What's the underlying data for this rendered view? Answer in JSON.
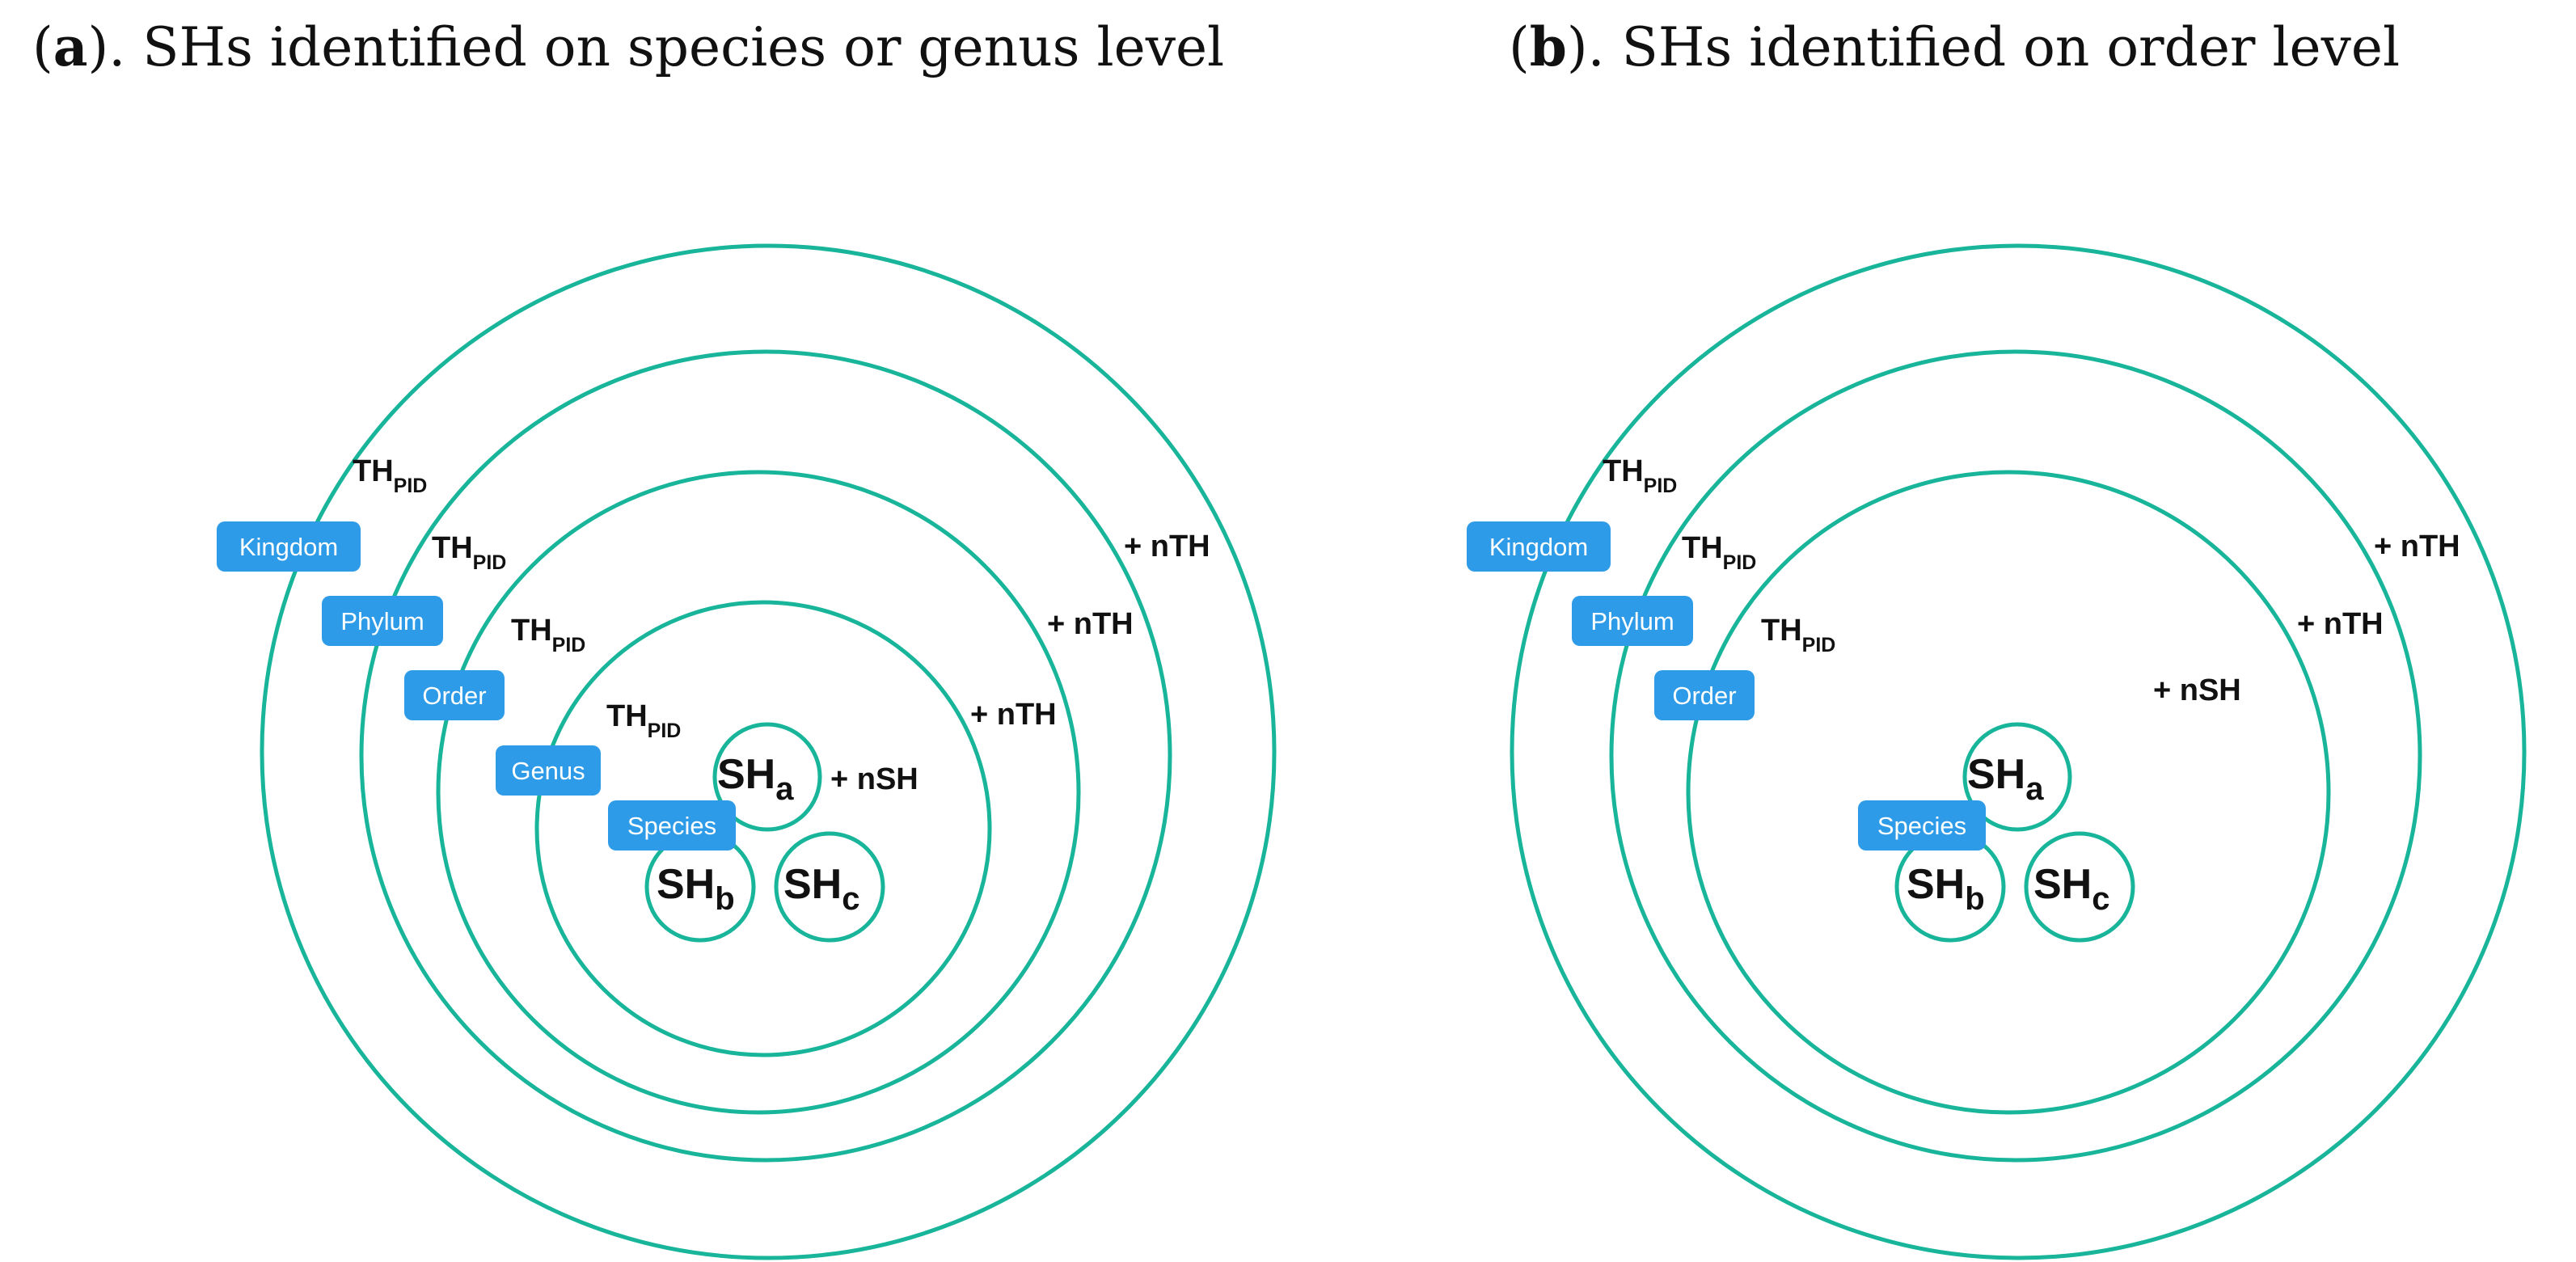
{
  "colors": {
    "ring": "#18b59a",
    "tag": "#2e9be8",
    "tag_text": "#ffffff",
    "text": "#111111"
  },
  "panel_a": {
    "title_letter": "a",
    "title_text": ". SHs identified on species or genus level",
    "th_label": "TH",
    "th_sub": "PID",
    "nth_label": "+ nTH",
    "nsh_label": "+ nSH",
    "tags": {
      "kingdom": "Kingdom",
      "phylum": "Phylum",
      "order": "Order",
      "genus": "Genus",
      "species": "Species"
    },
    "sh": {
      "main": "SH",
      "a": "a",
      "b": "b",
      "c": "c"
    }
  },
  "panel_b": {
    "title_letter": "b",
    "title_text": ". SHs identified on order level",
    "th_label": "TH",
    "th_sub": "PID",
    "nth_label": "+ nTH",
    "nsh_label": "+ nSH",
    "tags": {
      "kingdom": "Kingdom",
      "phylum": "Phylum",
      "order": "Order",
      "species": "Species"
    },
    "sh": {
      "main": "SH",
      "a": "a",
      "b": "b",
      "c": "c"
    }
  }
}
